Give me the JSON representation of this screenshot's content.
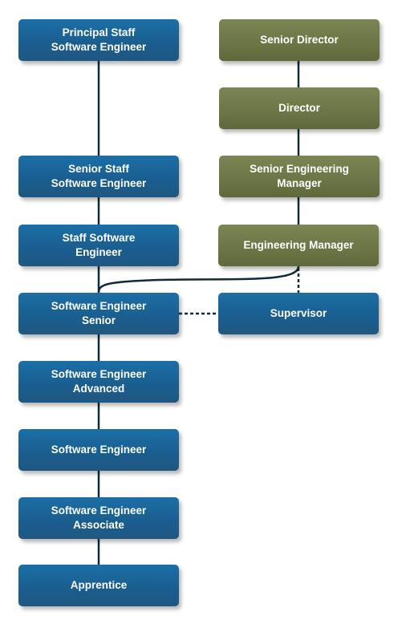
{
  "colors": {
    "engineer_track": "#1a5f93",
    "management_track": "#6e7848",
    "connector": "#0f2b3a"
  },
  "engineer_track": [
    {
      "label": "Principal Staff\nSoftware Engineer"
    },
    {
      "label": "Senior Staff\nSoftware Engineer"
    },
    {
      "label": "Staff Software\nEngineer"
    },
    {
      "label": "Software Engineer\nSenior"
    },
    {
      "label": "Software Engineer\nAdvanced"
    },
    {
      "label": "Software Engineer"
    },
    {
      "label": "Software Engineer\nAssociate"
    },
    {
      "label": "Apprentice"
    }
  ],
  "management_track": [
    {
      "label": "Senior Director"
    },
    {
      "label": "Director"
    },
    {
      "label": "Senior Engineering\nManager"
    },
    {
      "label": "Engineering Manager"
    }
  ],
  "supervisor": {
    "label": "Supervisor"
  }
}
